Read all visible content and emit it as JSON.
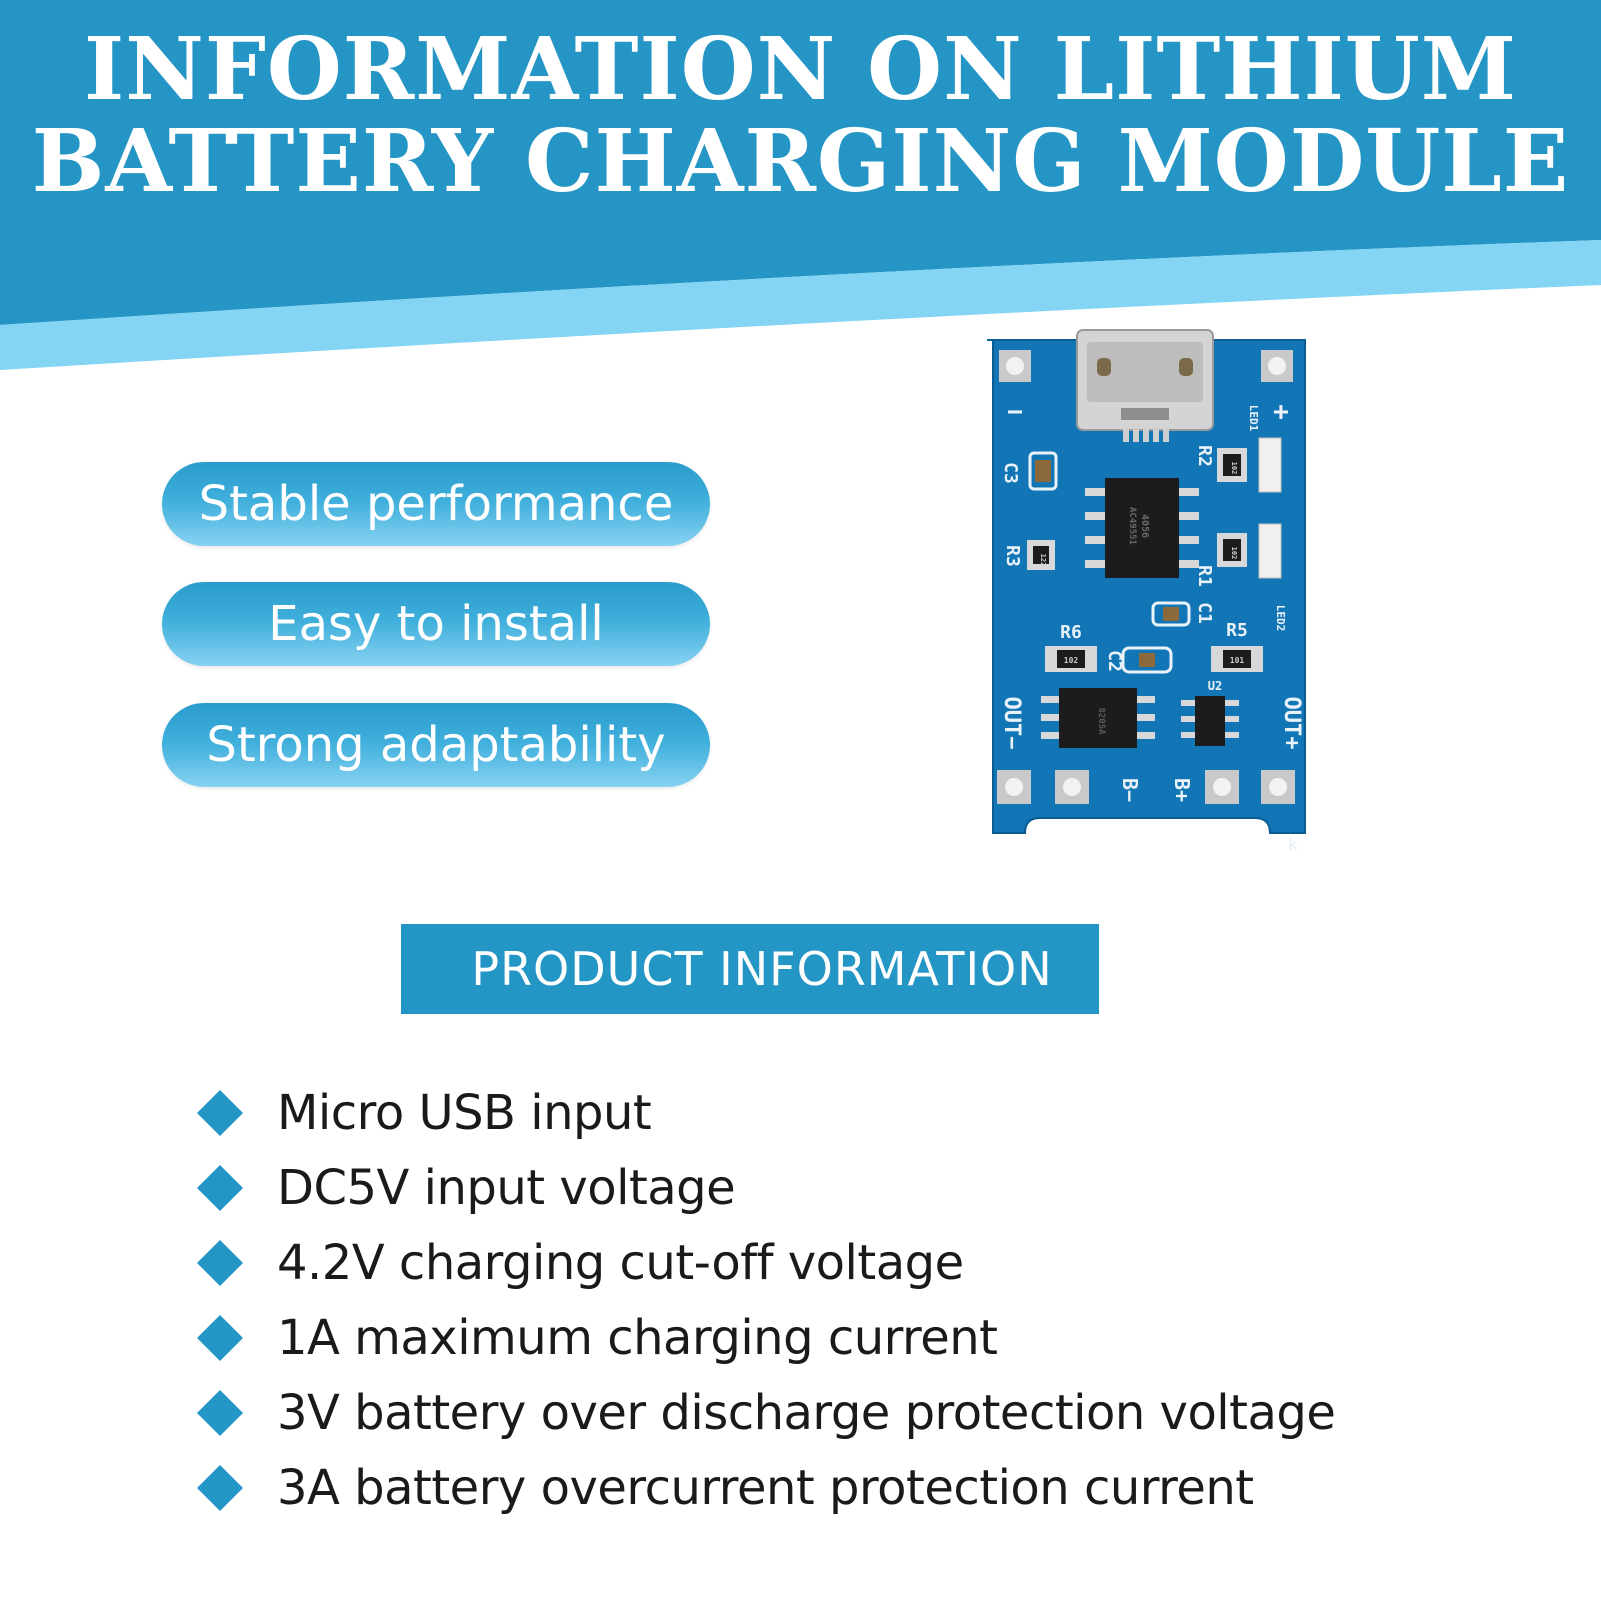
{
  "header": {
    "title_line1": "INFORMATION ON LITHIUM",
    "title_line2": "BATTERY CHARGING MODULE"
  },
  "highlights": [
    {
      "label": "Stable performance"
    },
    {
      "label": "Easy to install"
    },
    {
      "label": "Strong adaptability"
    }
  ],
  "pcb": {
    "silkscreen": {
      "minus": "−",
      "plus": "+",
      "c3": "C3",
      "r3": "R3",
      "r2": "R2",
      "r1": "R1",
      "c1": "C1",
      "r6": "R6",
      "c2": "C2",
      "r5": "R5",
      "u2": "U2",
      "led1": "LED1",
      "led2": "LED2",
      "out_minus": "OUT−",
      "out_plus": "OUT+",
      "b_minus": "B−",
      "b_plus": "B+",
      "k": "k",
      "chip_main": "4056",
      "chip_main_sub": "AC49551",
      "chip_prot": "8205A",
      "res_102a": "102",
      "res_102b": "102",
      "res_122": "122",
      "res_101": "101",
      "res_102c": "102"
    }
  },
  "product_info": {
    "heading": "PRODUCT INFORMATION",
    "items": [
      {
        "text": "Micro USB input"
      },
      {
        "text": "DC5V input voltage"
      },
      {
        "text": "4.2V charging cut-off voltage"
      },
      {
        "text": "1A maximum charging current"
      },
      {
        "text": "3V battery over discharge protection voltage"
      },
      {
        "text": "3A battery overcurrent protection current"
      }
    ]
  },
  "colors": {
    "header_dark": "#2495c4",
    "header_light": "#84d5f3",
    "pcb_blue": "#1276b6",
    "accent": "#2496c6"
  }
}
